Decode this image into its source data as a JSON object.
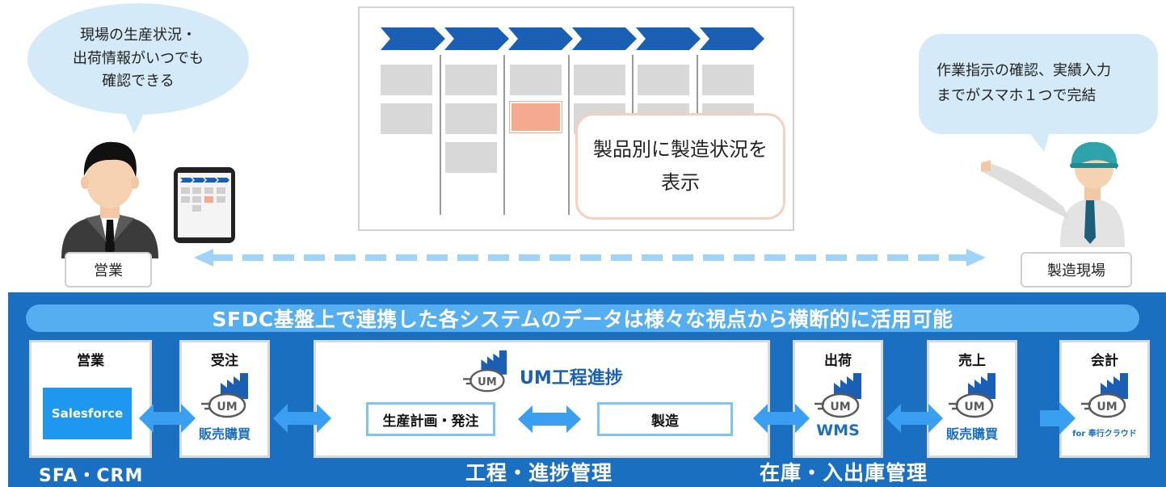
{
  "scene": {
    "left_bubble_lines": [
      "現場の生産状況・",
      "出荷情報がいつでも",
      "確認できる"
    ],
    "right_bubble_lines": [
      "作業指示の確認、実績入力",
      "までがスマホ１つで完結"
    ],
    "left_role": "営業",
    "right_role": "製造現場",
    "board_callout_lines": [
      "製品別に製造状況を",
      "表示"
    ]
  },
  "banner": "SFDC基盤上で連携した各システムのデータは様々な視点から横断的に活用可能",
  "systems": {
    "sales": {
      "title": "営業",
      "product": "Salesforce"
    },
    "order": {
      "title": "受注",
      "caption": "販売購買"
    },
    "um_process": {
      "title": "UM工程進捗",
      "step1": "生産計画・発注",
      "step2": "製造"
    },
    "shipping": {
      "title": "出荷",
      "caption": "WMS"
    },
    "revenue": {
      "title": "売上",
      "caption": "販売購買"
    },
    "accounting": {
      "title": "会計",
      "caption": "for 奉行クラウド"
    }
  },
  "footer": {
    "left": "SFA・CRM",
    "middle": "工程・進捗管理",
    "right": "在庫・入出庫管理"
  },
  "colors": {
    "band": "#1a6fc0",
    "banner": "#55aef0",
    "arrow": "#3a9ff0",
    "bubble": "#d4eaf8",
    "highlight_card": "#f5a98f",
    "chevron": "#1a5fb4"
  }
}
